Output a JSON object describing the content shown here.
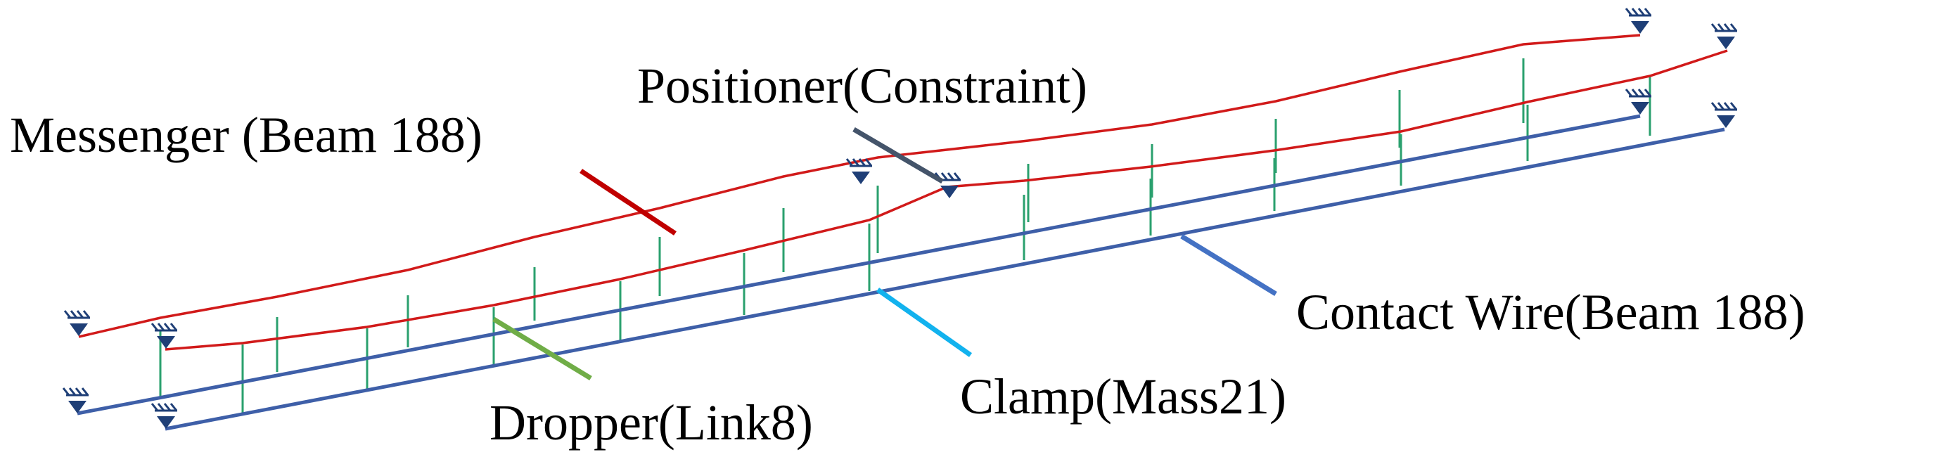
{
  "labels": {
    "messenger": "Messenger (Beam 188)",
    "positioner": "Positioner(Constraint)",
    "contact_wire": "Contact Wire(Beam 188)",
    "clamp": "Clamp(Mass21)",
    "dropper": "Dropper(Link8)"
  },
  "colors": {
    "messenger_wire": "#d11a1a",
    "contact_wire": "#3e5fa8",
    "dropper": "#2aa06e",
    "support": "#1f3f77",
    "leader_messenger": "#c00000",
    "leader_positioner": "#44546a",
    "leader_contact_wire": "#4472c4",
    "leader_clamp": "#12b2ee",
    "leader_dropper": "#70ad47"
  },
  "icons": {
    "support": "fixed-support-triangle-icon"
  }
}
